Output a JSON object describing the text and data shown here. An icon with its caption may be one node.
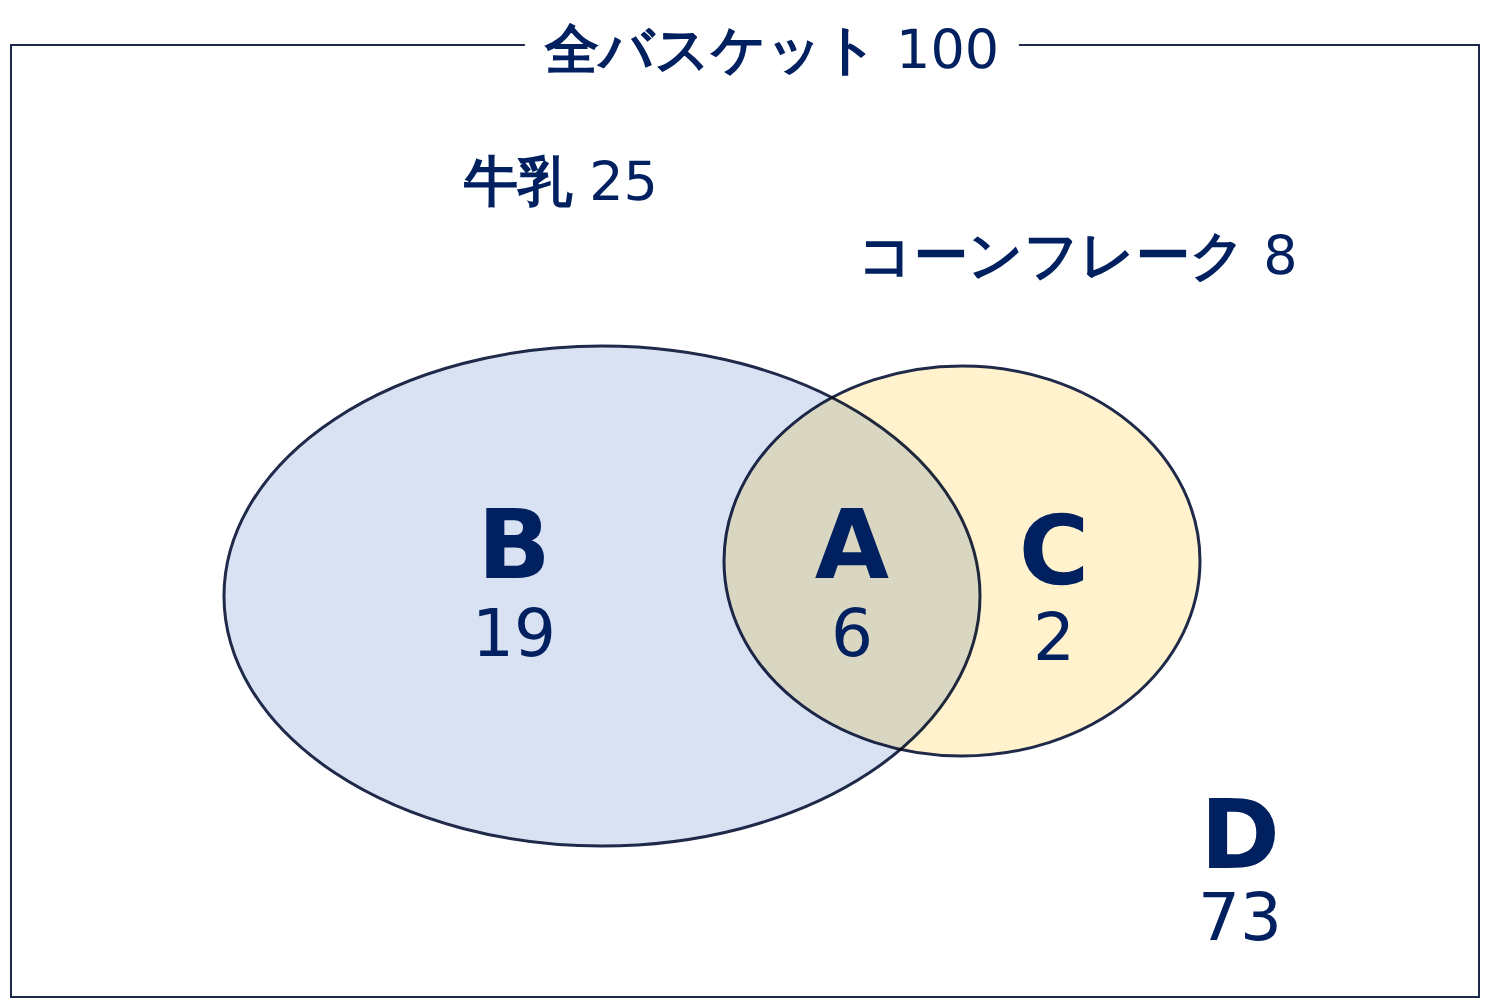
{
  "diagram": {
    "nodes": [
      {
        "text": [
          "**全バスケット** 100"
        ]
      },
      {
        "text": [
          "**牛乳** 25"
        ],
        "in": 0
      },
      {
        "text": [
          "**コーンフレーク** 8"
        ],
        "in": 0
      }
    ],
    "labels": [
      "B",
      "19",
      "A",
      "6",
      "C",
      "2",
      "D",
      "73"
    ]
  }
}
